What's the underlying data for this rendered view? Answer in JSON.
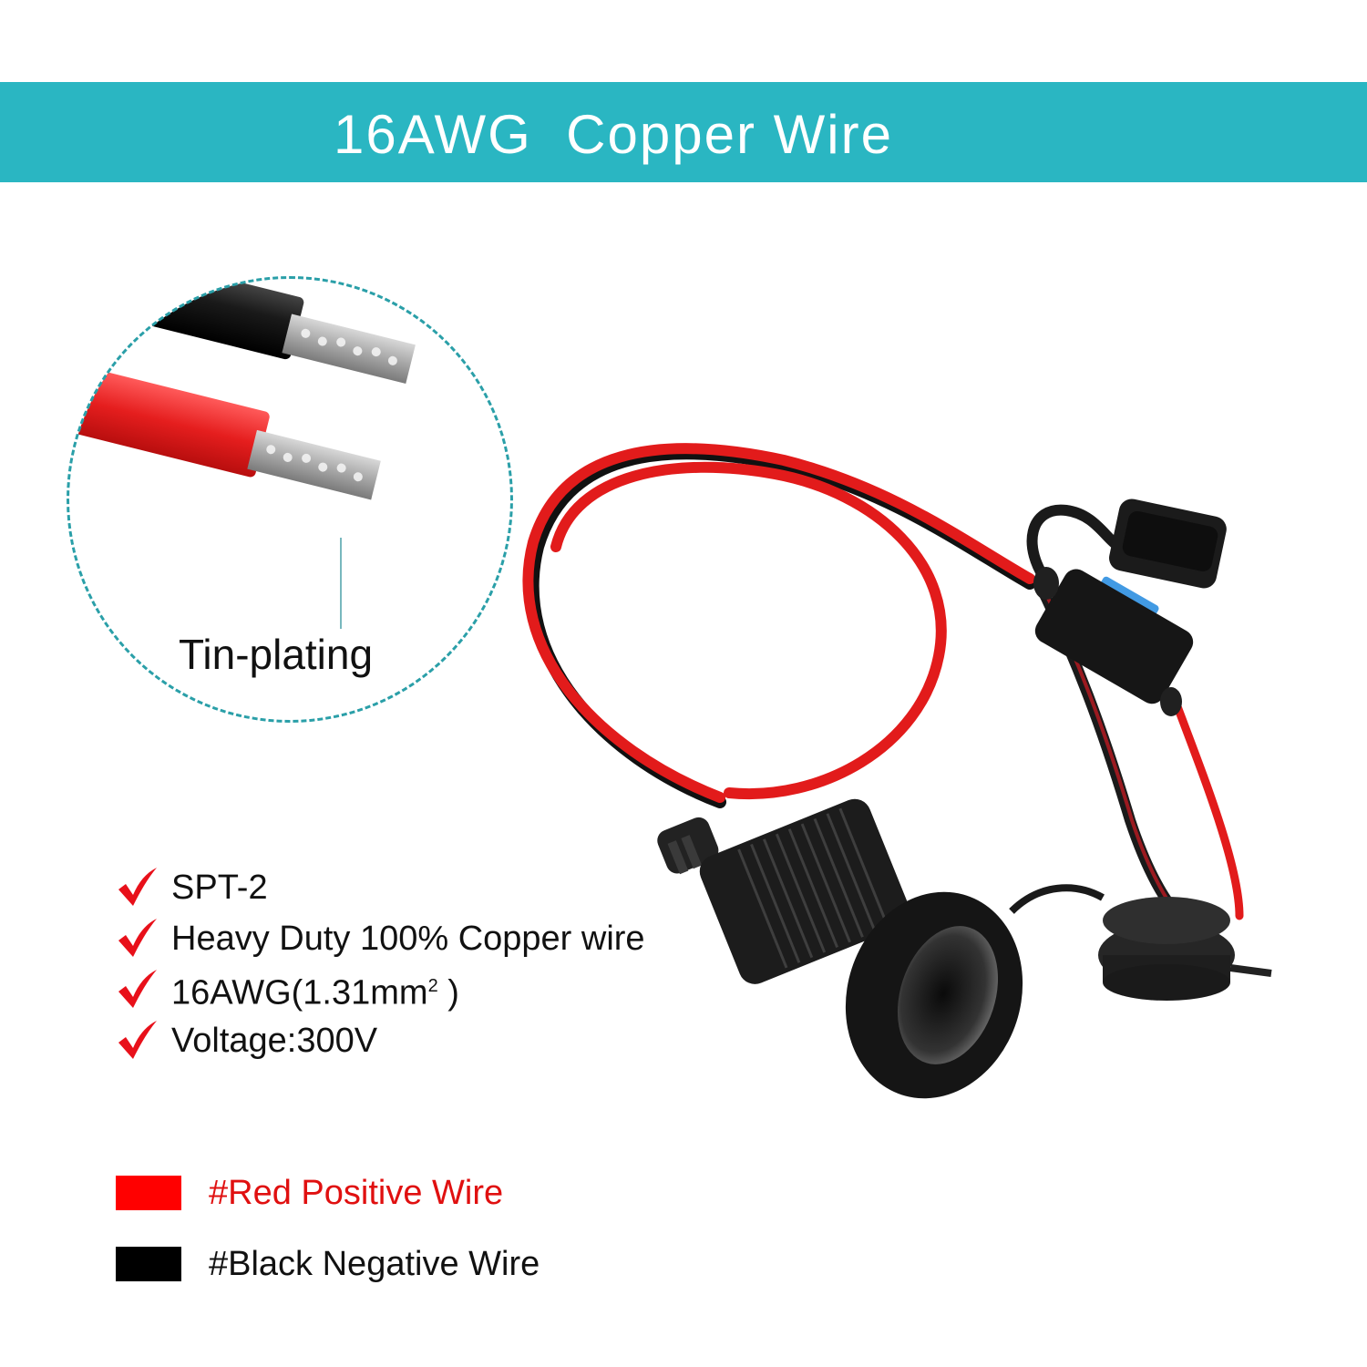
{
  "banner": {
    "title": "16AWG  Copper Wire",
    "background_color": "#2ab6c2",
    "text_color": "#ffffff"
  },
  "detail_callout": {
    "label": "Tin-plating",
    "border_color": "#2a9fa8",
    "wires": [
      "black",
      "red"
    ]
  },
  "features": {
    "check_color": "#e8101a",
    "items": [
      {
        "text": "SPT-2"
      },
      {
        "text": "Heavy Duty 100% Copper wire"
      },
      {
        "text": "16AWG(1.31mm",
        "sup": "2",
        "suffix": " )"
      },
      {
        "text": "Voltage:300V"
      }
    ]
  },
  "legend": {
    "items": [
      {
        "label": "#Red Positive Wire",
        "color": "#ff0000",
        "text_color": "#e01010"
      },
      {
        "label": "#Black Negative Wire",
        "color": "#000000",
        "text_color": "#111111"
      }
    ]
  },
  "product": {
    "components": [
      "cigarette-lighter-socket",
      "socket-dust-cap",
      "inline-fuse-holder",
      "blue-blade-fuse",
      "red-black-wire-pair"
    ]
  }
}
